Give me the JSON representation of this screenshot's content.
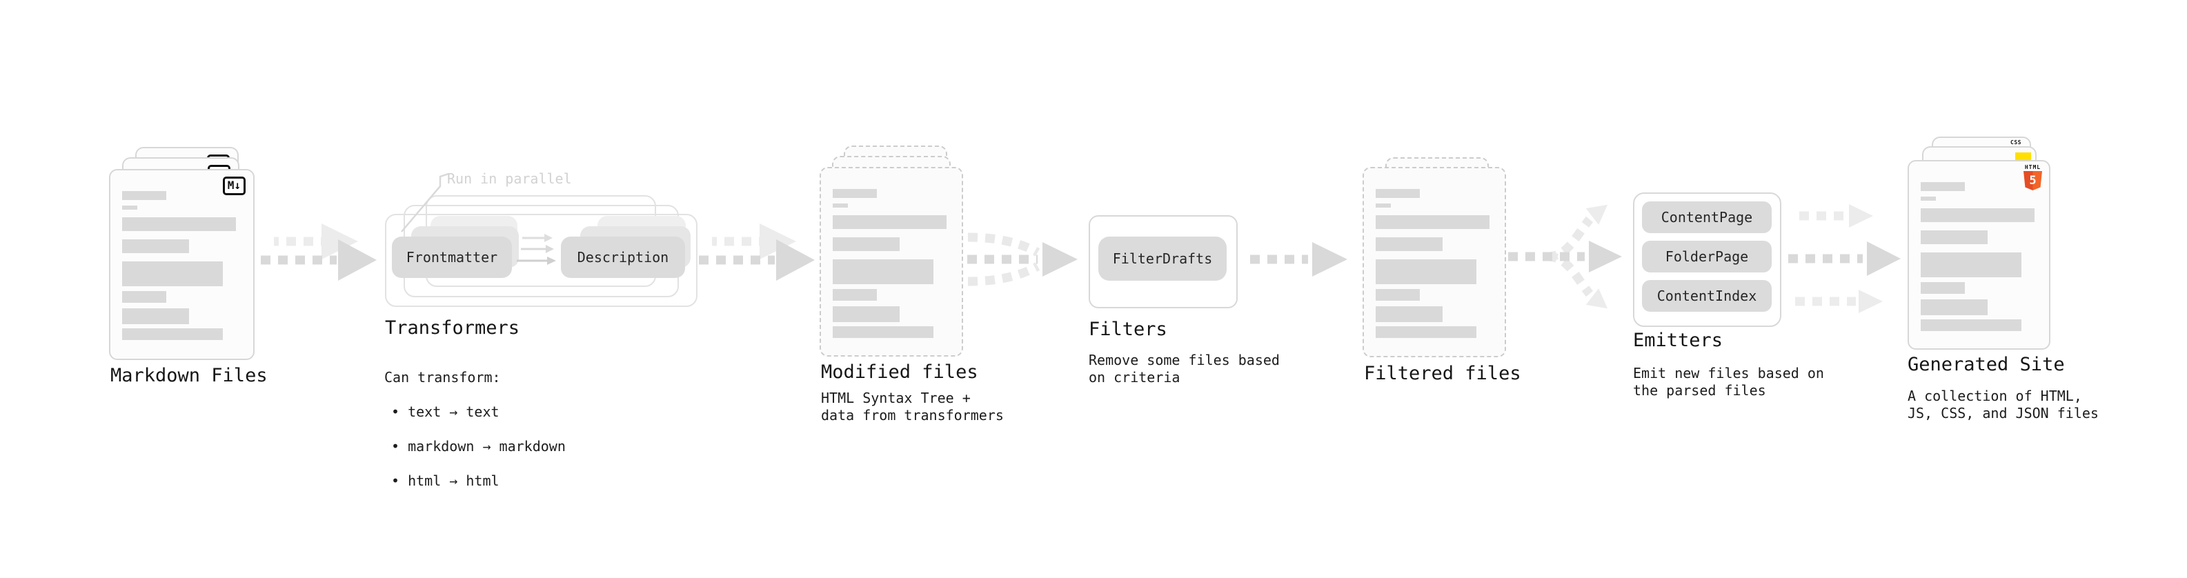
{
  "stages": {
    "markdown_files": {
      "label": "Markdown Files",
      "file_badge": "M↓"
    },
    "transformers": {
      "label": "Transformers",
      "callout": "Run in parallel",
      "boxes": [
        "Frontmatter",
        "Description"
      ],
      "note_heading": "Can transform:",
      "note_bullets": [
        "• text → text",
        "• markdown → markdown",
        "• html → html"
      ]
    },
    "modified_files": {
      "label": "Modified files",
      "note": "HTML Syntax Tree +\ndata from transformers"
    },
    "filters": {
      "label": "Filters",
      "boxes": [
        "FilterDrafts"
      ],
      "note": "Remove some files based\non criteria"
    },
    "filtered_files": {
      "label": "Filtered files"
    },
    "emitters": {
      "label": "Emitters",
      "boxes": [
        "ContentPage",
        "FolderPage",
        "ContentIndex"
      ],
      "note": "Emit new files based on\nthe parsed files"
    },
    "generated_site": {
      "label": "Generated Site",
      "note": "A collection of HTML,\nJS, CSS, and JSON files",
      "css_badge_label": "CSS",
      "html5_badge_label": "HTML",
      "html5_badge_number": "5"
    }
  },
  "colors": {
    "html5_orange": "#e44d26",
    "html5_orange_light": "#f16529",
    "js_yellow": "#ffdf00",
    "css_blue": "#2f6bee",
    "arrow_gray": "#d9d9d9",
    "arrow_light_gray": "#ececec",
    "placeholder_bar_gray": "#d9d9d9",
    "box_fill_gray": "#dbdbdb",
    "text_dark": "#161616",
    "callout_muted": "#d2d2d2"
  }
}
